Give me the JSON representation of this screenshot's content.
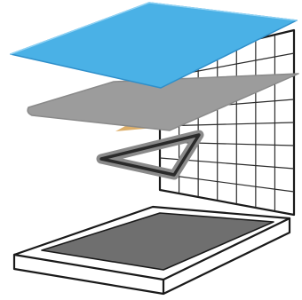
{
  "colors": {
    "outline": "#1a1a1a",
    "grid_line": "#2b2b2b",
    "top_layer_fill": "#4ab1e6",
    "top_layer_edge": "#2f8fca",
    "top_layer_highlight": "#8fd3f5",
    "middle_layer_fill": "#9c9c9c",
    "middle_layer_edge": "#8a8a8a",
    "amber_accent": "#d9a65a",
    "triangle_outer": "#8a8a8a",
    "triangle_inner": "#2a2a2a",
    "base_frame": "#ffffff",
    "base_pad": "#6f6f6f",
    "background": "#ffffff"
  },
  "icons": {
    "top_layer": "blue-layer-sheet",
    "middle_layer": "gray-layer-sheet",
    "accent": "amber-light-wedge",
    "triangle": "triangle-frame",
    "grid": "grid-backboard",
    "base": "base-tray"
  }
}
